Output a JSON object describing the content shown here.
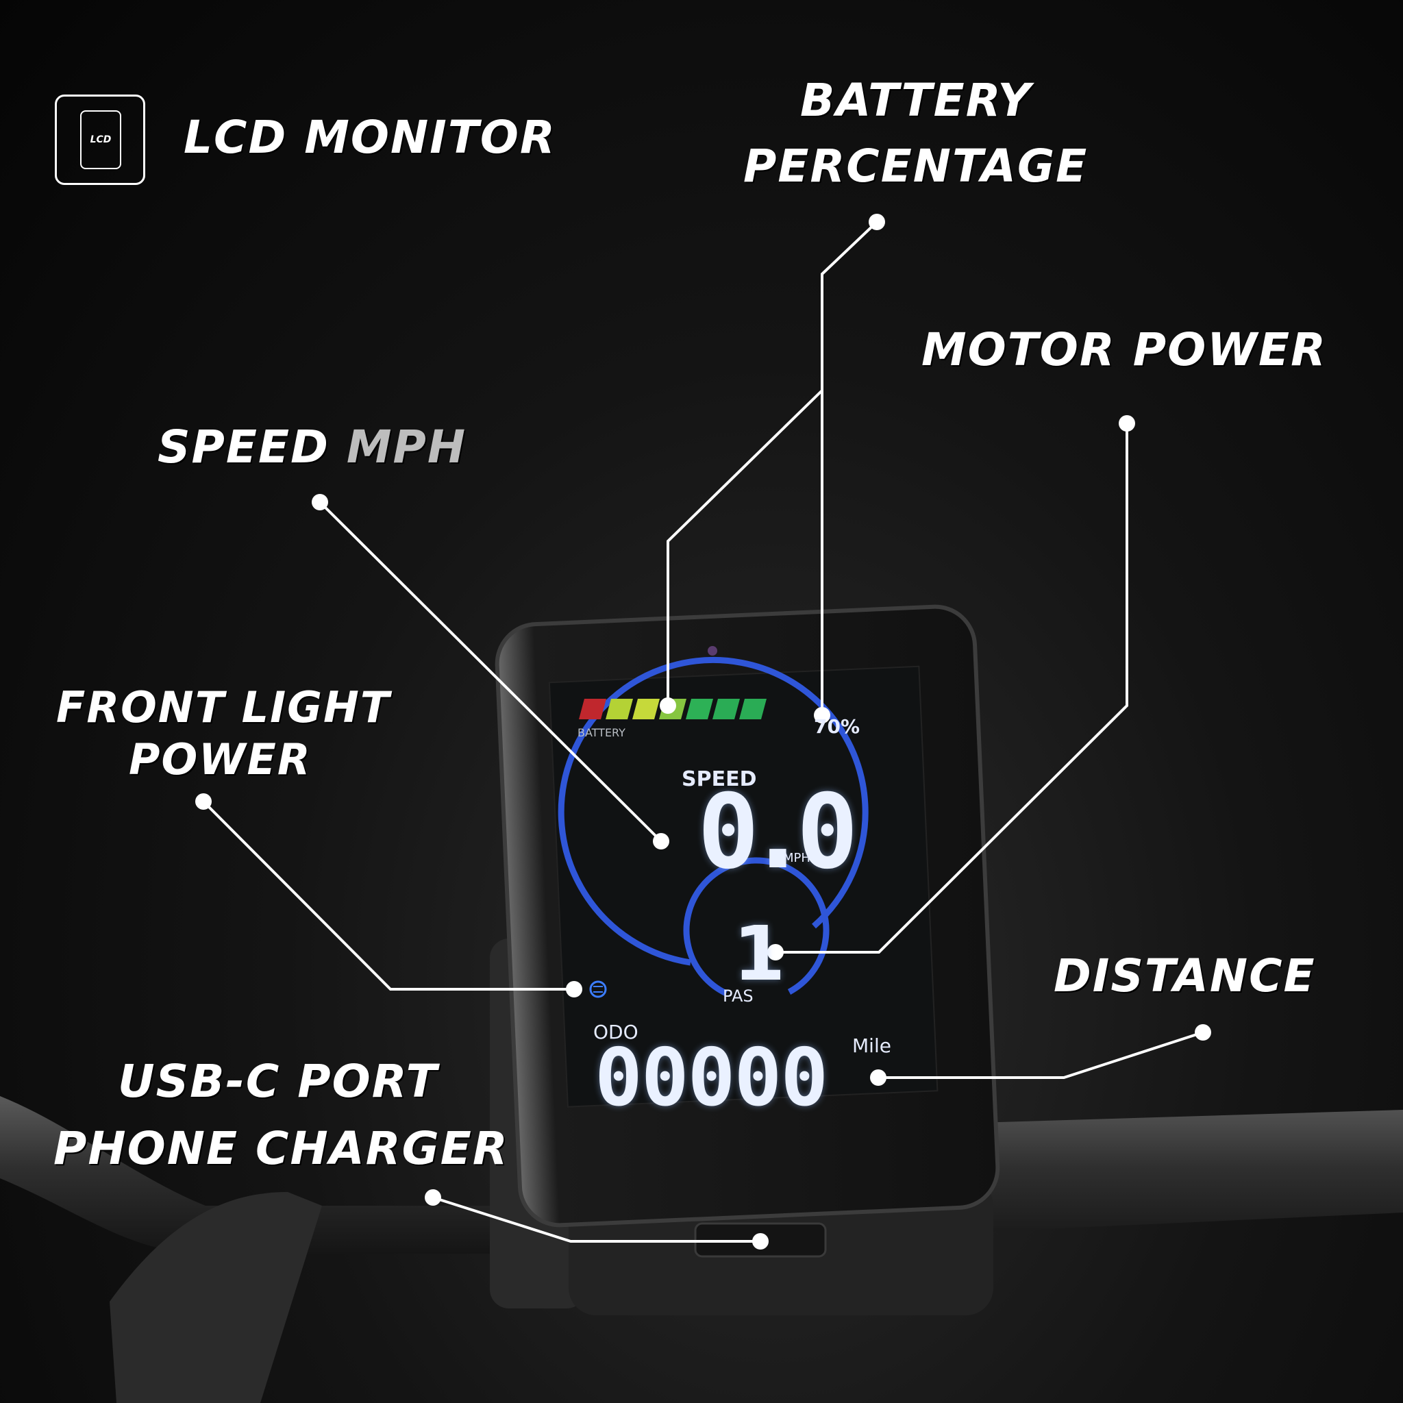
{
  "header": {
    "icon_name": "lcd-monitor-icon",
    "icon_text": "LCD",
    "title": "LCD MONITOR"
  },
  "callouts": {
    "battery": [
      "BATTERY",
      "PERCENTAGE"
    ],
    "motor": "MOTOR POWER",
    "speed_main": "SPEED",
    "speed_unit": "MPH",
    "front_light": [
      "FRONT LIGHT",
      "POWER"
    ],
    "distance": "DISTANCE",
    "usb": [
      "USB-C PORT",
      "PHONE CHARGER"
    ]
  },
  "display": {
    "battery_label": "BATTERY",
    "battery_percent": "70%",
    "battery_segments": 7,
    "battery_segment_colors": [
      "#c0272d",
      "#b4d235",
      "#c6d93a",
      "#86c540",
      "#2db156",
      "#2aac55",
      "#2aac55"
    ],
    "speed_label": "SPEED",
    "speed_value": "0.0",
    "speed_unit": "MPH",
    "pas_value": "1",
    "pas_label": "PAS",
    "odo_label": "ODO",
    "odo_value": "00000",
    "odo_unit": "Mile",
    "ring_color": "#2f56d8",
    "light_icon_name": "headlight-icon"
  }
}
